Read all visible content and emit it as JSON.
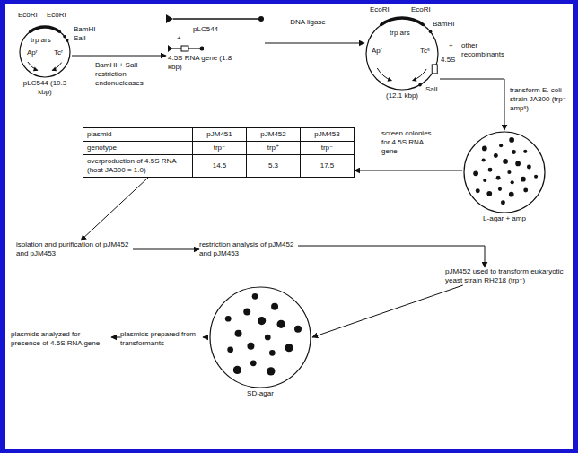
{
  "diagram": {
    "nodes": [
      {
        "text": [
          "pLC544 (10.3 kbp)"
        ]
      },
      {
        "text": [
          "pLC544",
          "+",
          "4.5S RNA gene (1.8 kbp)"
        ]
      },
      {
        "text": [
          "(12.1 kbp)"
        ]
      },
      {
        "text": [
          "L-agar + amp"
        ]
      },
      {
        "text": [
          "plasmid",
          "pJM451",
          "pJM452",
          "pJM453",
          "genotype",
          "trp⁻",
          "trp⁺",
          "trp⁻",
          "overproduction of 4.5S RNA (host JA300 = 1.0)",
          "14.5",
          "5.3",
          "17.5"
        ]
      },
      {
        "text": [
          "isolation and purification of pJM452 and pJM453"
        ]
      },
      {
        "text": [
          "restriction analysis of pJM452 and pJM453"
        ]
      },
      {
        "text": [
          "pJM452 used to transform eukaryotic yeast strain RH218 (trp⁻)"
        ]
      },
      {
        "text": [
          "SD-agar"
        ]
      },
      {
        "text": [
          "plasmids prepared from transformants"
        ]
      },
      {
        "text": [
          "plasmids analyzed for presence of 4.5S RNA gene"
        ]
      }
    ],
    "edges": [
      {
        "from": 0,
        "to": 1,
        "arrow": "to",
        "label": "BamHI + SalI restriction endonucleases"
      },
      {
        "from": 1,
        "to": 2,
        "arrow": "to",
        "label": "DNA ligase"
      },
      {
        "from": 2,
        "to": 3,
        "arrow": "to",
        "label": "transform E. coli strain JA300 (trp⁻ ampˢ)"
      },
      {
        "from": 3,
        "to": 4,
        "arrow": "to",
        "label": "screen colonies for 4.5S RNA gene"
      },
      {
        "from": 4,
        "to": 5,
        "arrow": "to"
      },
      {
        "from": 5,
        "to": 6,
        "arrow": "to"
      },
      {
        "from": 6,
        "to": 7,
        "arrow": "to"
      },
      {
        "from": 7,
        "to": 8,
        "arrow": "to"
      },
      {
        "from": 8,
        "to": 9,
        "arrow": "to"
      },
      {
        "from": 9,
        "to": 10,
        "arrow": "to"
      }
    ],
    "labels": [
      "EcoRI",
      "EcoRI",
      "trp ars",
      "BamHI",
      "SalI",
      "Apʳ",
      "Tcʳ",
      "EcoRI",
      "EcoRI",
      "trp ars",
      "BamHI",
      "Apʳ",
      "Tcˢ",
      "4.5S",
      "SalI",
      "+",
      "other recombinants"
    ]
  }
}
